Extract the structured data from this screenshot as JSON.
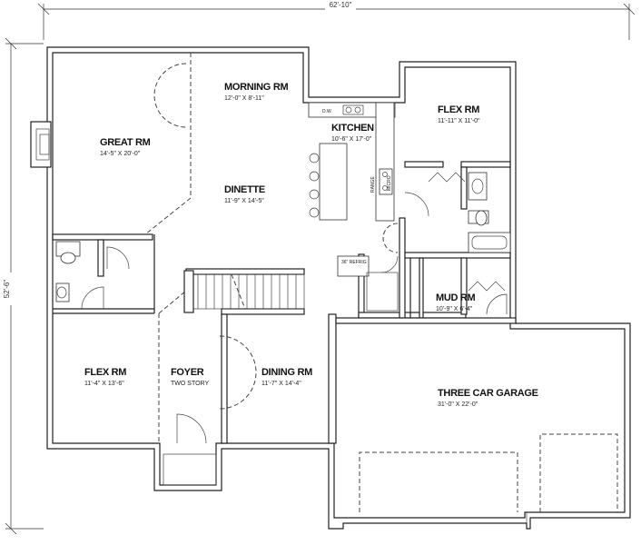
{
  "dimensions": {
    "overall_width": "62'-10\"",
    "overall_depth": "52'-6\""
  },
  "rooms": {
    "great": {
      "name": "GREAT RM",
      "size": "14'-5\" X 20'-0\""
    },
    "morning": {
      "name": "MORNING RM",
      "size": "12'-0\" X 8'-11\""
    },
    "kitchen": {
      "name": "KITCHEN",
      "size": "10'-6\" X 17'-0\""
    },
    "dinette": {
      "name": "DINETTE",
      "size": "11'-9\" X 14'-5\""
    },
    "flex_upper": {
      "name": "FLEX RM",
      "size": "11'-11\" X 11'-0\""
    },
    "mud": {
      "name": "MUD RM",
      "size": "10'-9\" X 6'-4\""
    },
    "flex_lower": {
      "name": "FLEX RM",
      "size": "11'-4\" X 13'-6\""
    },
    "foyer": {
      "name": "FOYER",
      "size": "TWO STORY"
    },
    "dining": {
      "name": "DINING RM",
      "size": "11'-7\" X 14'-4\""
    },
    "garage": {
      "name": "THREE CAR GARAGE",
      "size": "31'-0\" X 22'-0\""
    }
  },
  "labels": {
    "dw": "D.W.",
    "refrig": "36\" REFRIG",
    "range": "RANGE",
    "micro": "MICRO"
  }
}
